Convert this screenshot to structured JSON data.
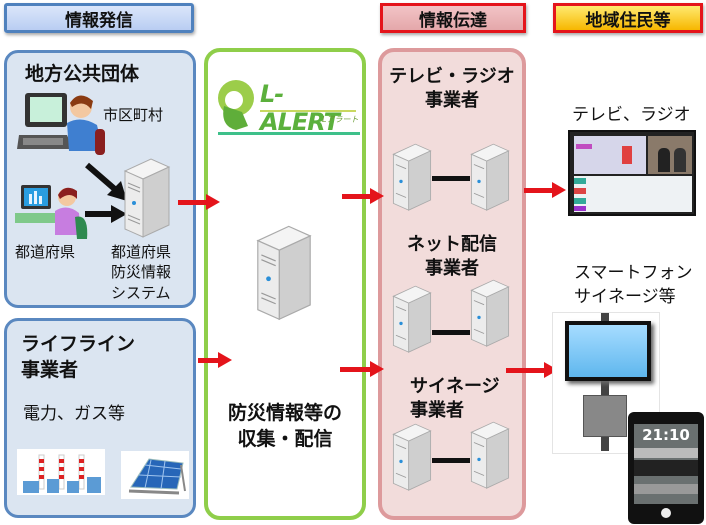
{
  "headers": {
    "source": "情報発信",
    "transmit": "情報伝達",
    "residents": "地域住民等"
  },
  "local_gov": {
    "title": "地方公共団体",
    "municipality": "市区町村",
    "prefecture": "都道府県",
    "system_line1": "都道府県",
    "system_line2": "防災情報",
    "system_line3": "システム"
  },
  "lifeline": {
    "title_line1": "ライフライン",
    "title_line2": "事業者",
    "subtitle": "電力、ガス等"
  },
  "lalert": {
    "logo_text": "L-ALERT",
    "logo_kana": "Lアラート",
    "caption_line1": "防災情報等の",
    "caption_line2": "収集・配信"
  },
  "operators": {
    "broadcast_line1": "テレビ・ラジオ",
    "broadcast_line2": "事業者",
    "net_line1": "ネット配信",
    "net_line2": "事業者",
    "signage_line1": "サイネージ",
    "signage_line2": "事業者"
  },
  "residents": {
    "tv_label": "テレビ、ラジオ",
    "mobile_line1": "スマートフォン",
    "mobile_line2": "サイネージ等",
    "phone_clock": "21:10"
  },
  "colors": {
    "arrow_red": "#e4141b",
    "blue_border": "#4f81bd",
    "green_border": "#8fce4a",
    "pink_border": "#dd9a9c"
  }
}
